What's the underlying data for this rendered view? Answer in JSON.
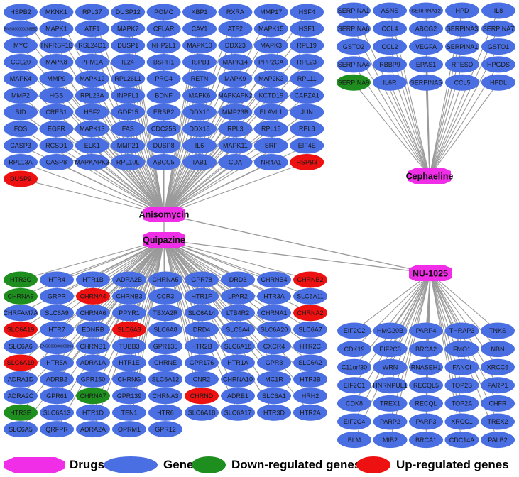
{
  "colors": {
    "gene": "#4a6fe3",
    "down": "#1e8f1e",
    "up": "#ee1111",
    "drug": "#f02ee8",
    "edge": "#9a9a9a"
  },
  "drugs": {
    "anisomycin": "Anisomycin",
    "cephaeline": "Cephaeline",
    "quipazine": "Quipazine",
    "nu1025": "NU-1025"
  },
  "clusters": {
    "anisomycin": {
      "rows": [
        [
          "HSPB2",
          "MKNK1",
          "RPL37",
          "DUSP12",
          "POMC",
          "XBP1",
          "RXRA",
          "MMP17",
          "HSF4"
        ],
        [
          "ENSG00000258852",
          "MAPK1",
          "ATF1",
          "MAPK7",
          "CFLAR",
          "CAV1",
          "ATF2",
          "MAPK15",
          "HSF1"
        ],
        [
          "MYC",
          "TNFRSF1B",
          "RSL24D1",
          "DUSP1",
          "NHP2L1",
          "MAPK10",
          "DDX23",
          "MAPK3",
          "RPL19"
        ],
        [
          "CCL20",
          "MAPK8",
          "PPM1A",
          "IL24",
          "BSPH1",
          "HSPB1",
          "MAPK14",
          "PPP2CA",
          "RPL23"
        ],
        [
          "MAPK4",
          "MMP9",
          "MAPK12",
          "RPL26L1",
          "PRG4",
          "RETN",
          "MAPK9",
          "MAP2K3",
          "RPL11"
        ],
        [
          "MMP2",
          "HGS",
          "RPL23A",
          "INPPL1",
          "BDNF",
          "MAPK6",
          "MAPKAPK2",
          "KCTD19",
          "CAPZA1"
        ],
        [
          "BID",
          "CREB1",
          "HSF2",
          "GDF15",
          "ERBB2",
          "DDX10",
          "MMP23B",
          "ELAVL1",
          "JUN"
        ],
        [
          "FOS",
          "EGFR",
          "MAPK13",
          "FAS",
          "CDC25B",
          "DDX18",
          "RPL3",
          "RPL15",
          "RPL8"
        ],
        [
          "CASP3",
          "RCSD1",
          "ELK1",
          "MMP21",
          "DUSP8",
          "IL6",
          "MAPK11",
          "SRF",
          "EIF4E"
        ],
        [
          "RPL13A",
          "CASP8",
          "MAPKAPK3",
          "RPL10L",
          "ABCC5",
          "TAB1",
          "CDA",
          "NR4A1",
          "HSPB3"
        ],
        [
          "DUSP9"
        ]
      ],
      "up": [
        "HSPB3",
        "DUSP9"
      ],
      "down": []
    },
    "cephaeline": {
      "rows": [
        [
          "SERPINA1",
          "ASNS",
          "SERPINA12",
          "HPD",
          "IL8"
        ],
        [
          "SERPINA6",
          "CCL4",
          "ABCG2",
          "SERPINA3",
          "SERPINA7"
        ],
        [
          "GSTO2",
          "CCL2",
          "VEGFA",
          "SERPINA1",
          "GSTO1"
        ],
        [
          "SERPINA4",
          "RBBP9",
          "EPAS1",
          "RFESD",
          "HPGDS"
        ],
        [
          "SERPINA9",
          "IL6R",
          "SERPINA5",
          "CCL5",
          "HPDL"
        ]
      ],
      "up": [],
      "down": [
        "SERPINA9"
      ]
    },
    "quipazine": {
      "rows": [
        [
          "HTR3C",
          "HTR4",
          "HTR1B",
          "ADRA2B",
          "CHRNA5",
          "GPR78",
          "DRD3",
          "CHRNB4",
          "CHRNB2"
        ],
        [
          "CHRNA9",
          "GRPR",
          "CHRNA4",
          "CHRNB3",
          "CCR3",
          "HTR1F",
          "LPAR2",
          "HTR3A",
          "SLC6A11"
        ],
        [
          "CHRFAM7A",
          "SLC6A9",
          "CHRNA6",
          "PPYR1",
          "TBXA2R",
          "SLC6A14",
          "LTB4R2",
          "CHRNA1",
          "CHRNA2"
        ],
        [
          "SLC6A19",
          "HTR7",
          "EDNRB",
          "SLC6A3",
          "SLC6A8",
          "DRD4",
          "SLC6A4",
          "SLC6A20",
          "SLC6A7"
        ],
        [
          "SLC6A6",
          "ENSG00000269896",
          "CHRNB1",
          "TUBB3",
          "GPR135",
          "HTR2B",
          "SLC6A18",
          "CXCR4",
          "HTR2C"
        ],
        [
          "SLC6A19",
          "HTR5A",
          "ADRA1A",
          "HTR1E",
          "CHRNE",
          "GPR176",
          "HTR1A",
          "GPR3",
          "SLC6A2"
        ],
        [
          "ADRA1D",
          "ADRB2",
          "GPR150",
          "CHRNG",
          "SLC6A12",
          "CNR2",
          "CHRNA10",
          "MC1R",
          "HTR3B"
        ],
        [
          "ADRA2C",
          "GPR61",
          "CHRNA7",
          "GPR139",
          "CHRNA3",
          "CHRND",
          "ADRB1",
          "SLC6A1",
          "HRH2"
        ],
        [
          "HTR3E",
          "SLC6A13",
          "HTR1D",
          "TEN1",
          "HTR6",
          "SLC6A18",
          "SLC6A17",
          "HTR3D",
          "HTR2A"
        ],
        [
          "SLC6A5",
          "QRFPR",
          "ADRA2A",
          "OPRM1",
          "GPR12"
        ]
      ],
      "up": [
        "CHRNB2",
        "CHRNA4",
        "CHRNA2",
        "SLC6A19",
        "SLC6A3",
        "CHRND"
      ],
      "down": [
        "HTR3C",
        "CHRNA9",
        "CHRNA7",
        "HTR3E"
      ]
    },
    "nu1025": {
      "rows": [
        [
          "EIF2C2",
          "HMG20B",
          "PARP4",
          "THRAP3",
          "TNKS"
        ],
        [
          "CDK19",
          "EIF2C3",
          "BRCA2",
          "FMO1",
          "NBN"
        ],
        [
          "C11orf30",
          "WRN",
          "RNASEH1",
          "FANCI",
          "XRCC6"
        ],
        [
          "EIF2C1",
          "HNRNPUL1",
          "RECQL5",
          "TOP2B",
          "PARP1"
        ],
        [
          "CDK8",
          "TREX1",
          "RECQL",
          "TOP2A",
          "CHFR"
        ],
        [
          "EIF2C4",
          "PARP2",
          "PARP3",
          "XRCC1",
          "TREX2"
        ],
        [
          "BLM",
          "MIB2",
          "BRCA1",
          "CDC14A",
          "PALB2"
        ]
      ],
      "up": [],
      "down": []
    }
  },
  "legend": {
    "drugs": "Drugs",
    "genes": "Genes",
    "down": "Down-regulated genes",
    "up": "Up-regulated genes"
  }
}
